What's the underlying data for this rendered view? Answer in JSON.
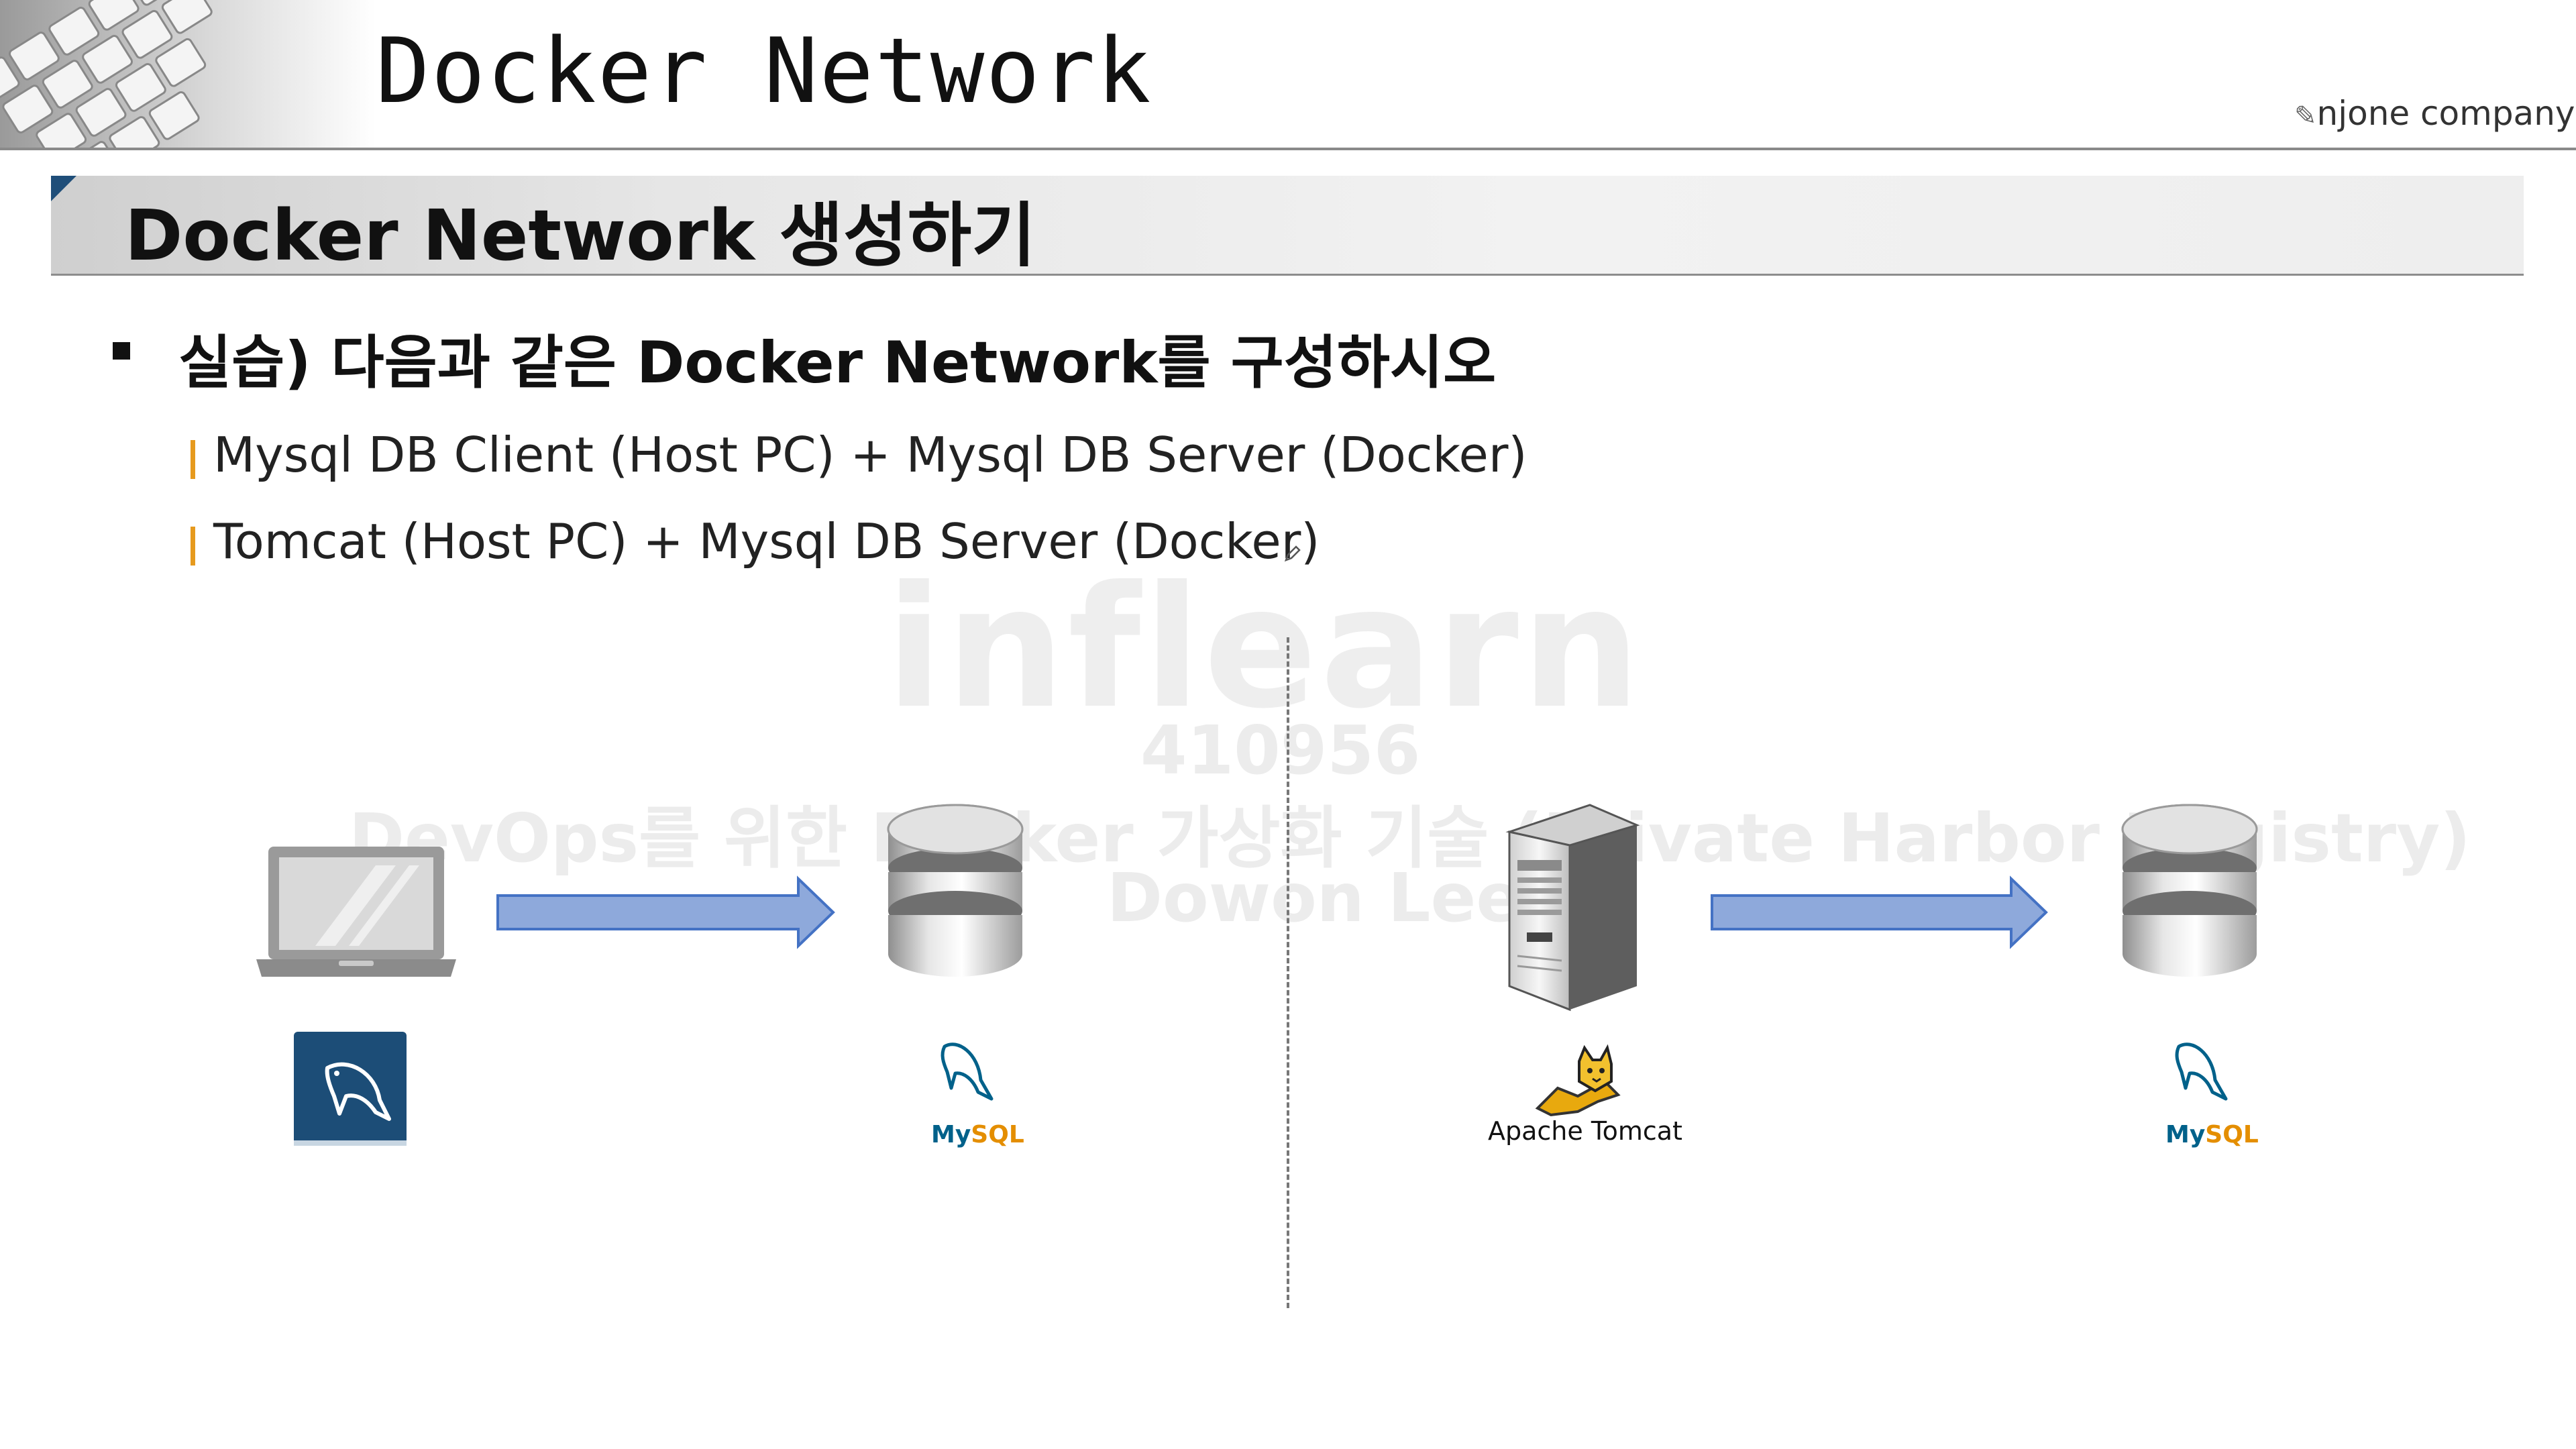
{
  "header": {
    "title": "Docker Network",
    "brand": "njone company"
  },
  "section": {
    "title": "Docker Network 생성하기"
  },
  "bullet": {
    "text": "실습) 다음과 같은 Docker Network를 구성하시오",
    "sub_items": [
      "Mysql DB Client (Host PC) + Mysql DB Server (Docker)",
      "Tomcat (Host PC) + Mysql DB Server (Docker)"
    ]
  },
  "watermark": {
    "logo": "inflearn",
    "id": "410956",
    "course": "DevOps를 위한 Docker 가상화 기술 (Private Harbor Registry)",
    "author": "Dowon Lee"
  },
  "diagram": {
    "mysql_label": "MySQL",
    "tomcat_label": "Apache Tomcat"
  },
  "colors": {
    "accent_bar": "#e69a1e",
    "corner": "#1f4e79",
    "arrow_fill": "#8ea9db",
    "arrow_stroke": "#4472c4",
    "mysql_blue": "#00618a",
    "mysql_orange": "#e48e00"
  }
}
